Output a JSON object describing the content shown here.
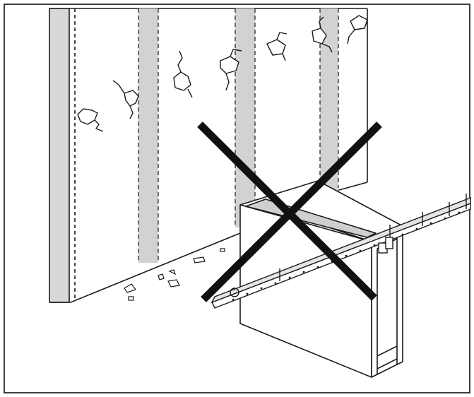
{
  "figure": {
    "background": "#ffffff",
    "colors": {
      "line": "#1a1a1a",
      "stud_fill": "#d2d2d2",
      "cross": "#111111",
      "frame": "#000000"
    },
    "icons": [
      "no-sign-cross-icon",
      "crack-icon",
      "wall-stud",
      "cabinet",
      "mounting-rail",
      "debris"
    ]
  }
}
